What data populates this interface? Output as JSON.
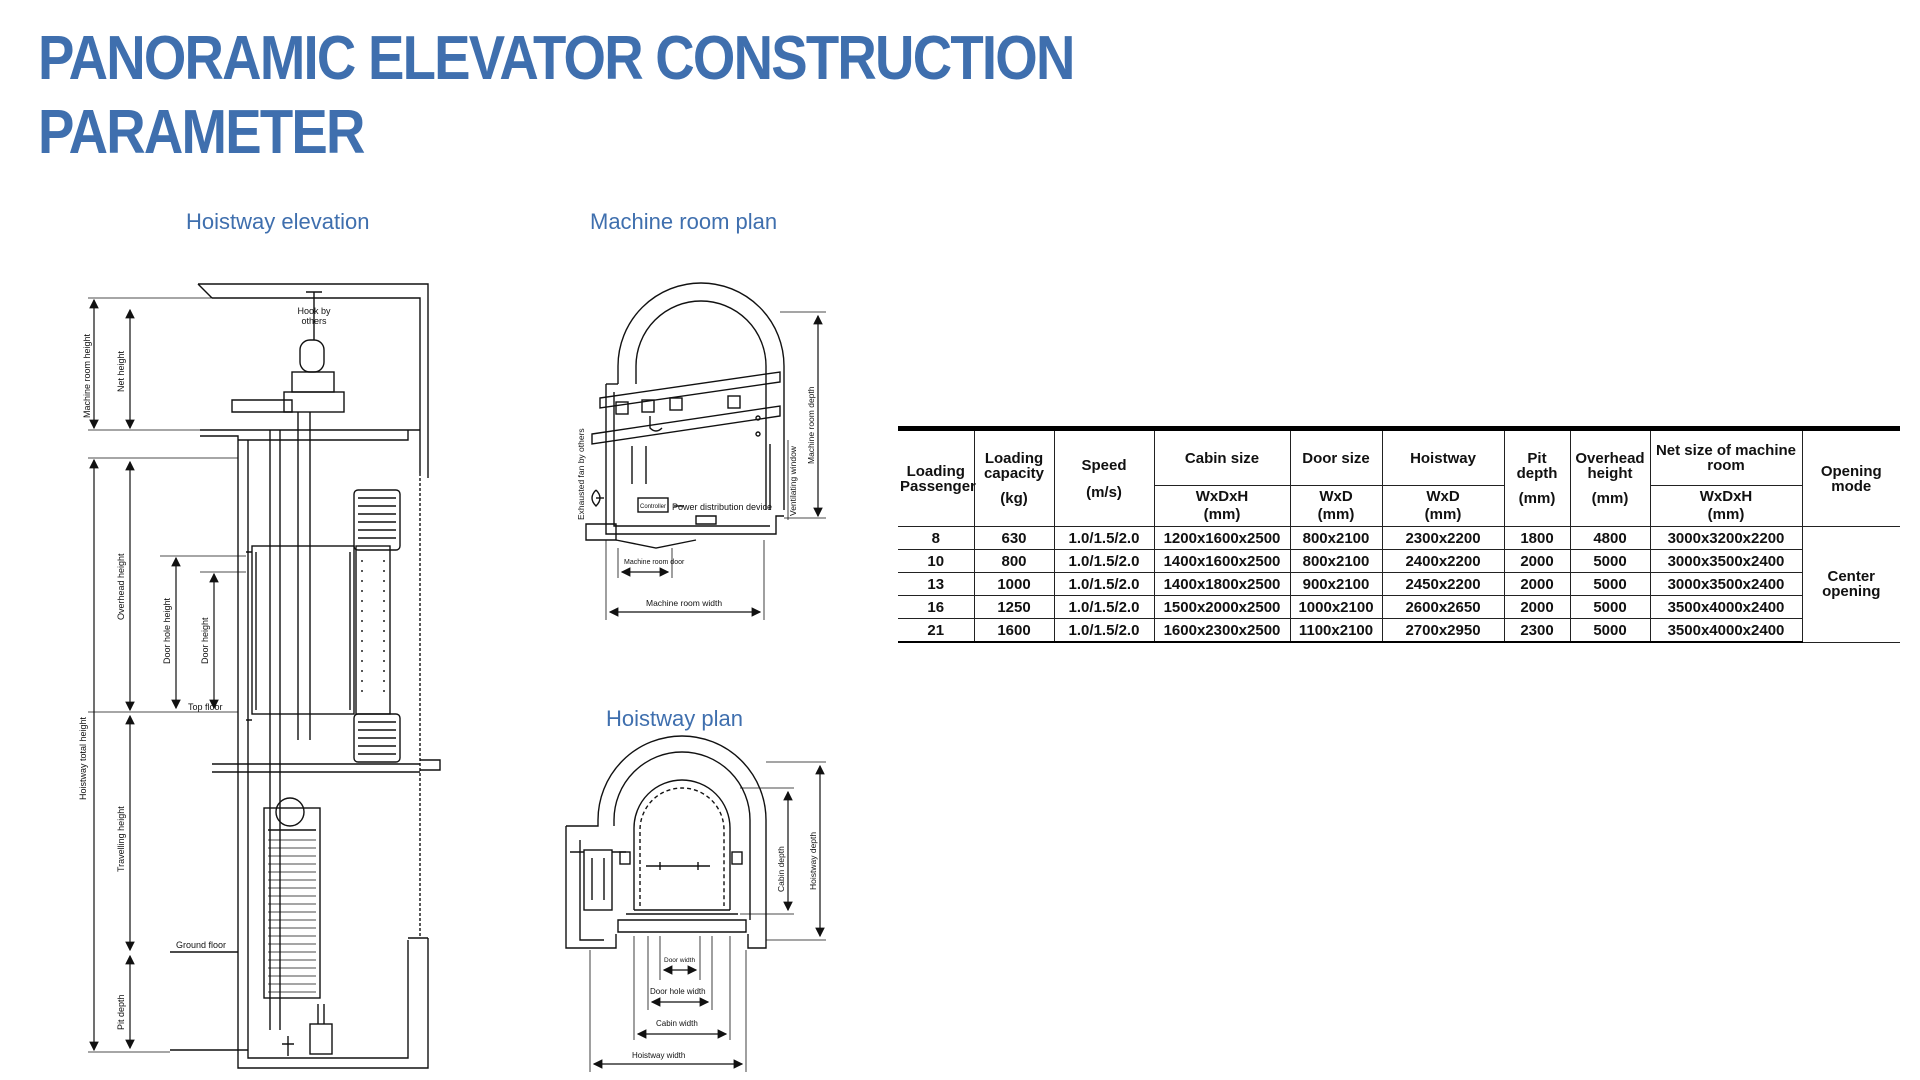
{
  "title": {
    "line1": "PANORAMIC ELEVATOR CONSTRUCTION",
    "line2": "PARAMETER"
  },
  "sections": {
    "elevation": "Hoistway elevation",
    "machine_room": "Machine room plan",
    "hoistway_plan": "Hoistway plan"
  },
  "elevation_labels": {
    "hook": "Hook  by",
    "hook2": "others",
    "machine_room_height": "Machine room height",
    "net_height": "Net height",
    "overhead_height": "Overhead height",
    "door_hole_height": "Door hole height",
    "door_height": "Door  height",
    "top_floor": "Top floor",
    "hoistway_total_height": "Hoistway total height",
    "travelling_height": "Travelling height",
    "ground_floor": "Ground floor",
    "pit_depth": "Pit depth"
  },
  "machine_room_labels": {
    "exhausted_fan": "Exhausted fan by others",
    "controller": "Controller",
    "power_device": "Power distribution device",
    "ventilating_window": "Ventilating window",
    "machine_room_depth": "Machine room depth",
    "machine_room_door": "Machine room door",
    "machine_room_width": "Machine room width"
  },
  "hoistway_plan_labels": {
    "cabin_depth": "Cabin depth",
    "hoistway_depth": "Hoistway depth",
    "door_width": "Door width",
    "door_hole_width": "Door hole width",
    "cabin_width": "Cabin width",
    "hoistway_width": "Hoistway width"
  },
  "table": {
    "headers": {
      "loading_passenger": "Loading Passenger",
      "loading_capacity": "Loading capacity",
      "loading_capacity_unit": "(kg)",
      "speed": "Speed",
      "speed_unit": "(m/s)",
      "cabin_size": "Cabin size",
      "cabin_size_sub": "WxDxH",
      "cabin_size_unit": "(mm)",
      "door_size": "Door size",
      "door_size_sub": "WxD",
      "door_size_unit": "(mm)",
      "hoistway": "Hoistway",
      "hoistway_sub": "WxD",
      "hoistway_unit": "(mm)",
      "pit_depth": "Pit depth",
      "pit_depth_unit": "(mm)",
      "overhead_height": "Overhead height",
      "overhead_height_unit": "(mm)",
      "machine_room": "Net size of machine room",
      "machine_room_sub": "WxDxH",
      "machine_room_unit": "(mm)",
      "opening_mode": "Opening mode"
    },
    "rows": [
      [
        "8",
        "630",
        "1.0/1.5/2.0",
        "1200x1600x2500",
        "800x2100",
        "2300x2200",
        "1800",
        "4800",
        "3000x3200x2200"
      ],
      [
        "10",
        "800",
        "1.0/1.5/2.0",
        "1400x1600x2500",
        "800x2100",
        "2400x2200",
        "2000",
        "5000",
        "3000x3500x2400"
      ],
      [
        "13",
        "1000",
        "1.0/1.5/2.0",
        "1400x1800x2500",
        "900x2100",
        "2450x2200",
        "2000",
        "5000",
        "3000x3500x2400"
      ],
      [
        "16",
        "1250",
        "1.0/1.5/2.0",
        "1500x2000x2500",
        "1000x2100",
        "2600x2650",
        "2000",
        "5000",
        "3500x4000x2400"
      ],
      [
        "21",
        "1600",
        "1.0/1.5/2.0",
        "1600x2300x2500",
        "1100x2100",
        "2700x2950",
        "2300",
        "5000",
        "3500x4000x2400"
      ]
    ],
    "opening_mode_value": "Center opening"
  },
  "colors": {
    "accent": "#3f6fae"
  }
}
